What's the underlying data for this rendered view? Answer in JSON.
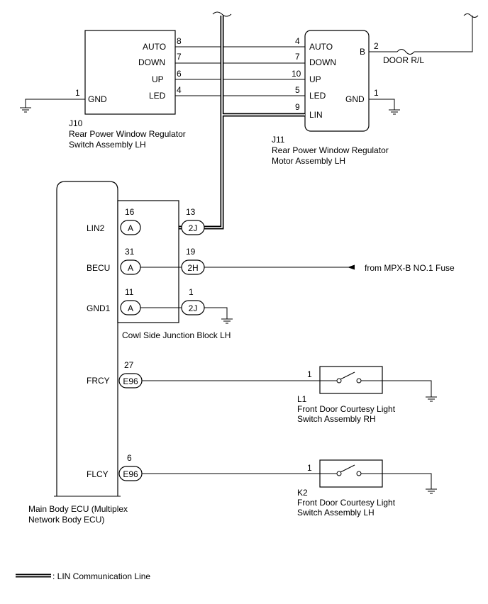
{
  "j10": {
    "code": "J10",
    "name1": "Rear Power Window Regulator",
    "name2": "Switch Assembly LH",
    "pins": [
      {
        "label": "AUTO",
        "num": "8"
      },
      {
        "label": "DOWN",
        "num": "7"
      },
      {
        "label": "UP",
        "num": "6"
      },
      {
        "label": "LED",
        "num": "4"
      }
    ],
    "gnd_label": "GND",
    "gnd_num": "1"
  },
  "j11": {
    "code": "J11",
    "name1": "Rear Power Window Regulator",
    "name2": "Motor Assembly LH",
    "pins": [
      {
        "label": "AUTO",
        "num": "4"
      },
      {
        "label": "DOWN",
        "num": "7"
      },
      {
        "label": "UP",
        "num": "10"
      },
      {
        "label": "LED",
        "num": "5"
      },
      {
        "label": "LIN",
        "num": "9"
      }
    ],
    "b_label": "B",
    "b_num": "2",
    "gnd_label": "GND",
    "gnd_num": "1",
    "fuse_label": "DOOR R/L"
  },
  "ecu": {
    "name1": "Main Body ECU (Multiplex",
    "name2": "Network Body ECU)",
    "pins": [
      {
        "label": "LIN2",
        "num": "16",
        "conn": "A"
      },
      {
        "label": "BECU",
        "num": "31",
        "conn": "A"
      },
      {
        "label": "GND1",
        "num": "11",
        "conn": "A"
      },
      {
        "label": "FRCY",
        "num": "27",
        "conn": "E96"
      },
      {
        "label": "FLCY",
        "num": "6",
        "conn": "E96"
      }
    ]
  },
  "junction": {
    "name": "Cowl Side Junction Block LH",
    "pins": [
      {
        "num": "13",
        "conn": "2J"
      },
      {
        "num": "19",
        "conn": "2H"
      },
      {
        "num": "1",
        "conn": "2J"
      }
    ],
    "from_label": "from MPX-B NO.1 Fuse"
  },
  "l1": {
    "code": "L1",
    "name1": "Front Door Courtesy Light",
    "name2": "Switch Assembly RH",
    "pin_num": "1"
  },
  "k2": {
    "code": "K2",
    "name1": "Front Door Courtesy Light",
    "name2": "Switch Assembly LH",
    "pin_num": "1"
  },
  "legend": {
    "text": ": LIN Communication Line"
  }
}
